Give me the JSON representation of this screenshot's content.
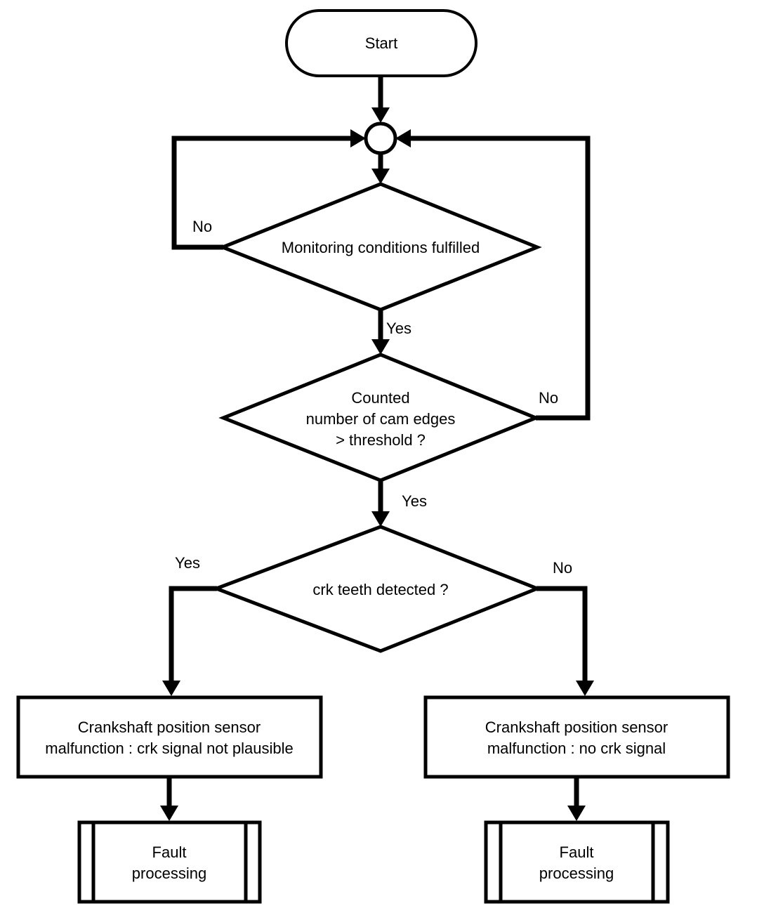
{
  "diagram": {
    "kind": "flowchart",
    "background_color": "#ffffff",
    "line_color": "#000000",
    "nodes": {
      "start": {
        "type": "terminator",
        "label": "Start"
      },
      "junction": {
        "type": "connector-circle",
        "label": ""
      },
      "monitoring": {
        "type": "decision",
        "label": "Monitoring conditions fulfilled"
      },
      "cam_edges": {
        "type": "decision",
        "lines": [
          "Counted",
          "number of cam edges",
          "> threshold ?"
        ]
      },
      "crk_teeth": {
        "type": "decision",
        "label": "crk teeth detected ?"
      },
      "malfunction_plausible": {
        "type": "process",
        "lines": [
          "Crankshaft position sensor",
          "malfunction : crk signal not plausible"
        ]
      },
      "malfunction_no_signal": {
        "type": "process",
        "lines": [
          "Crankshaft position sensor",
          "malfunction : no crk signal"
        ]
      },
      "fault_left": {
        "type": "predefined-process",
        "lines": [
          "Fault",
          "processing"
        ]
      },
      "fault_right": {
        "type": "predefined-process",
        "lines": [
          "Fault",
          "processing"
        ]
      }
    },
    "edge_labels": {
      "monitoring_no": "No",
      "monitoring_yes": "Yes",
      "cam_edges_no": "No",
      "cam_edges_yes": "Yes",
      "crk_teeth_yes": "Yes",
      "crk_teeth_no": "No"
    }
  }
}
